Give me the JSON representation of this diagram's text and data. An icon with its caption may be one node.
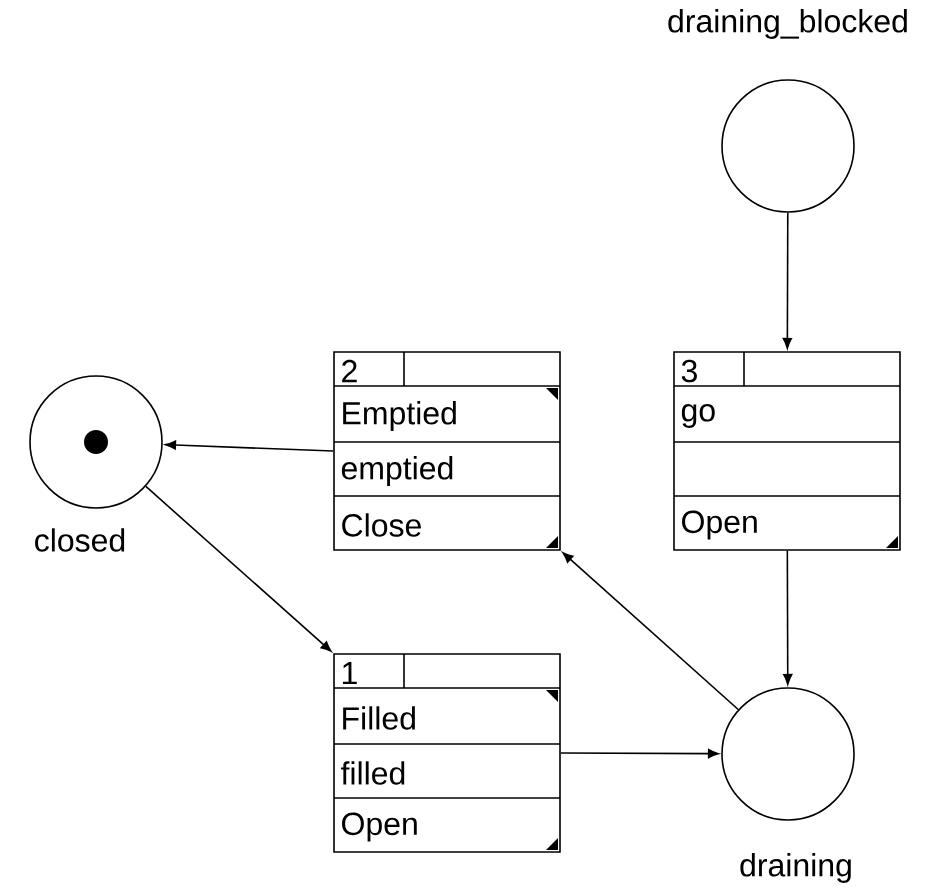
{
  "diagram": {
    "nodes": [
      {
        "text": [
          "draining_blocked"
        ]
      },
      {
        "text": [
          "2",
          "Emptied",
          "emptied",
          "Close"
        ]
      },
      {
        "text": [
          "3",
          "go",
          "Open"
        ]
      },
      {
        "text": [
          "closed"
        ]
      },
      {
        "text": [
          "1",
          "Filled",
          "filled",
          "Open"
        ]
      },
      {
        "text": [
          "draining"
        ]
      }
    ],
    "edges": [
      {
        "from": 0,
        "to": 2,
        "arrow": "to"
      },
      {
        "from": 2,
        "to": 5,
        "arrow": "to"
      },
      {
        "from": 5,
        "to": 1,
        "arrow": "to"
      },
      {
        "from": 1,
        "to": 3,
        "arrow": "to"
      },
      {
        "from": 3,
        "to": 4,
        "arrow": "to"
      },
      {
        "from": 4,
        "to": 5,
        "arrow": "to"
      }
    ]
  }
}
